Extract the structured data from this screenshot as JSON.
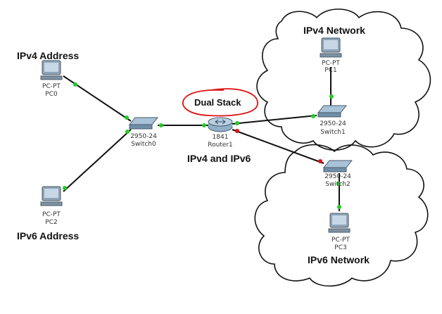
{
  "labels": {
    "ipv4_address": "IPv4 Address",
    "ipv6_address": "IPv6 Address",
    "ipv4_network": "IPv4 Network",
    "ipv6_network": "IPv6 Network",
    "dual_stack": "Dual Stack",
    "ipv4_and_ipv6": "IPv4 and IPv6"
  },
  "devices": {
    "pc0": {
      "type": "PC-PT",
      "name": "PC0"
    },
    "pc1": {
      "type": "PC-PT",
      "name": "PC1"
    },
    "pc2": {
      "type": "PC-PT",
      "name": "PC2"
    },
    "pc3": {
      "type": "PC-PT",
      "name": "PC3"
    },
    "switch0": {
      "type": "2950-24",
      "name": "Switch0"
    },
    "switch1": {
      "type": "2950-24",
      "name": "Switch1"
    },
    "switch2": {
      "type": "2950-24",
      "name": "Switch2"
    },
    "router1": {
      "type": "1841",
      "name": "Router1"
    }
  },
  "colors": {
    "link_up": "#22cc22",
    "link_down": "#dd1111",
    "cloud_stroke": "#111111",
    "highlight_circle": "#dd1111"
  }
}
